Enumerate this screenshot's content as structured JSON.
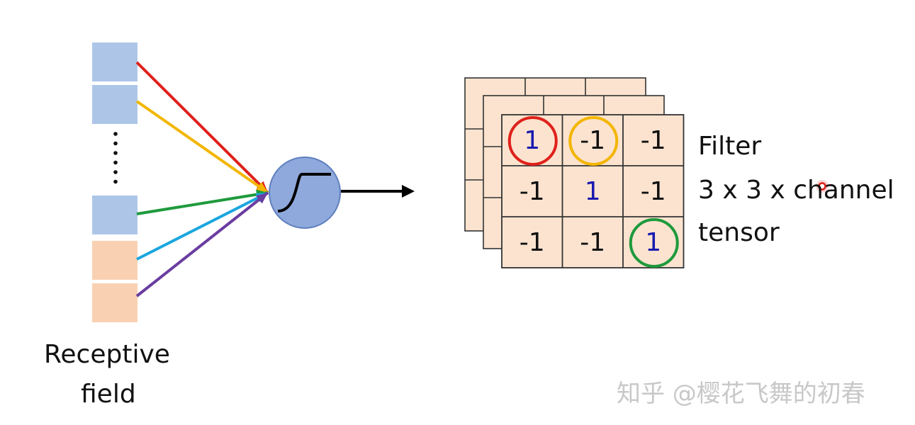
{
  "receptive_field": {
    "label_line1": "Receptive",
    "label_line2": "field",
    "squares": [
      {
        "color": "#adc6e7"
      },
      {
        "color": "#adc6e7"
      },
      {
        "color": "#adc6e7"
      },
      {
        "color": "#f9d1b2"
      },
      {
        "color": "#f9d1b2"
      }
    ],
    "dots_count": 6
  },
  "connections": [
    {
      "color": "#e0201a"
    },
    {
      "color": "#f3b600"
    },
    {
      "color": "#1e9a3c"
    },
    {
      "color": "#1aa6df"
    },
    {
      "color": "#6a3da0"
    }
  ],
  "neuron": {
    "fill": "#8fa9dc",
    "icon": "sigmoid-icon"
  },
  "filter": {
    "matrix": [
      [
        "1",
        "-1",
        "-1"
      ],
      [
        "-1",
        "1",
        "-1"
      ],
      [
        "-1",
        "-1",
        "1"
      ]
    ],
    "highlight_color": "#1a1ab0",
    "cell_fill": "#fbe3cf",
    "circles": [
      {
        "row": 0,
        "col": 0,
        "color": "#e0201a"
      },
      {
        "row": 0,
        "col": 1,
        "color": "#f3b600"
      },
      {
        "row": 2,
        "col": 2,
        "color": "#1e9a3c"
      }
    ],
    "label_line1": "Filter",
    "label_line2": "3 x 3 x channel",
    "label_line3": "tensor"
  },
  "watermark": "知乎 @樱花飞舞的初春"
}
